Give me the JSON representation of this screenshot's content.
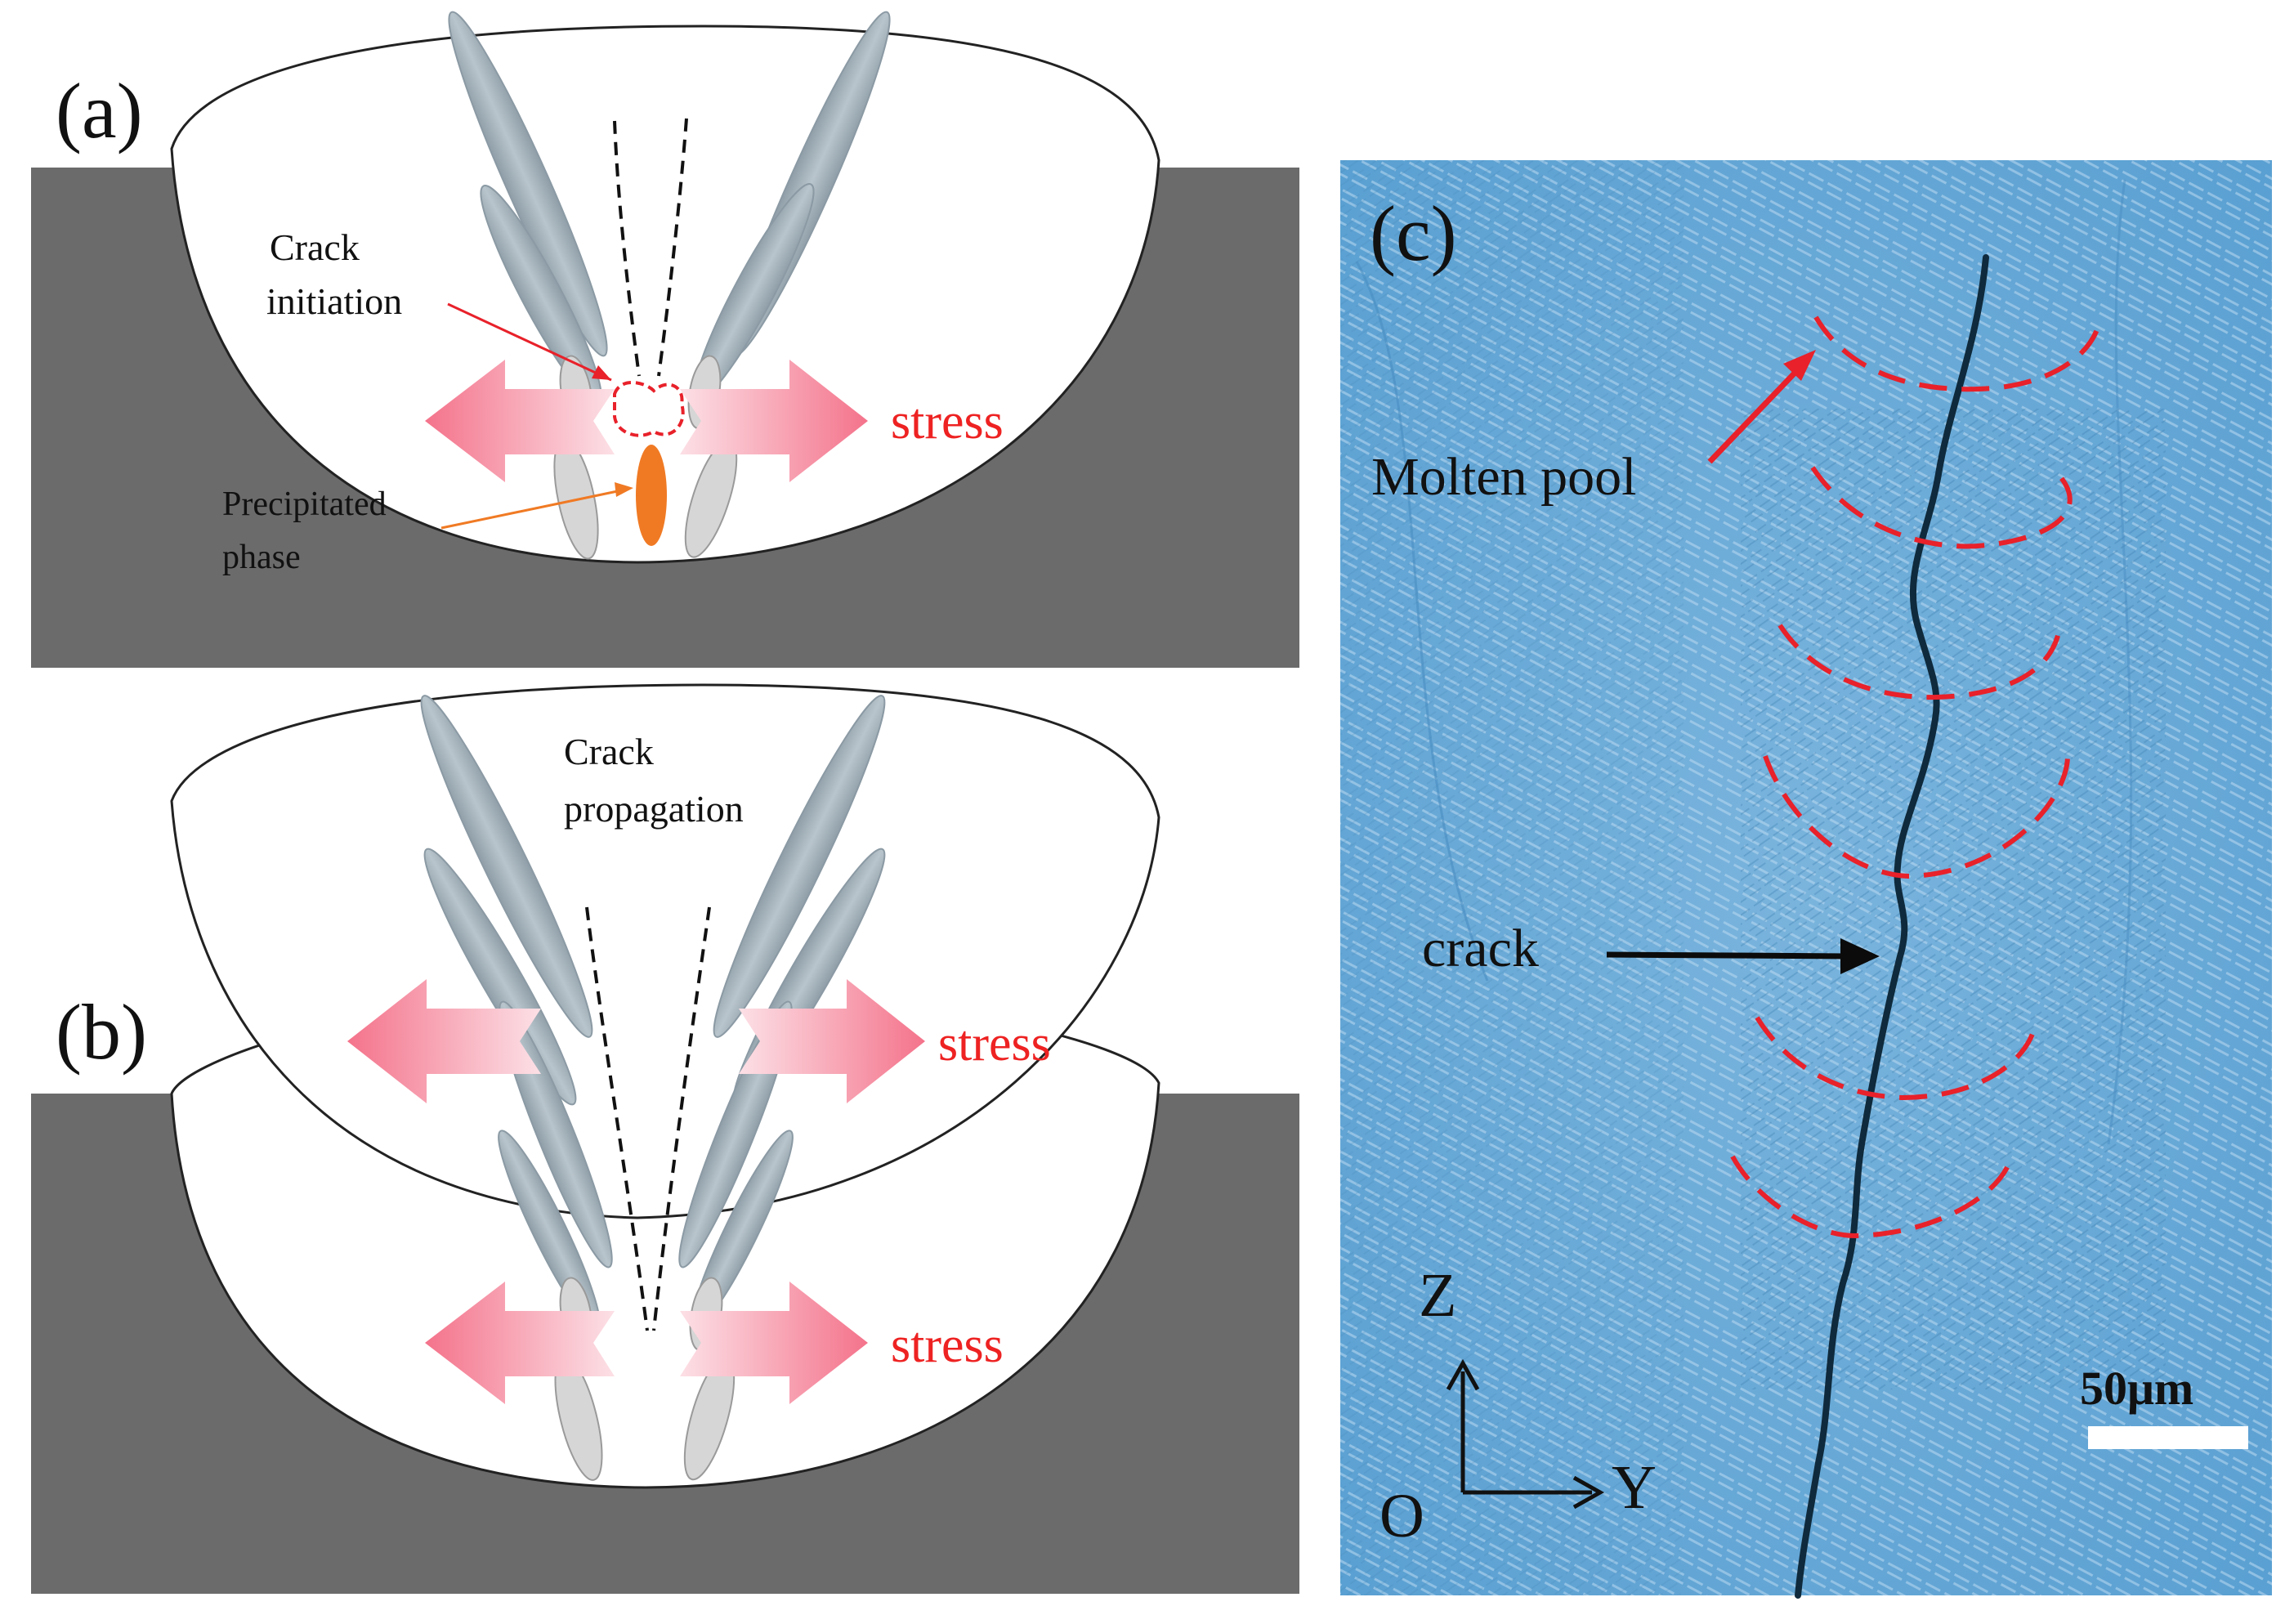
{
  "panels": {
    "a": {
      "label": "(a)",
      "crack_initiation": [
        "Crack",
        "initiation"
      ],
      "precipitated_phase": [
        "Precipitated",
        "phase"
      ],
      "stress": "stress"
    },
    "b": {
      "label": "(b)",
      "crack_propagation": [
        "Crack",
        "propagation"
      ],
      "stress_upper": "stress",
      "stress_lower": "stress"
    },
    "c": {
      "label": "(c)",
      "molten_pool": "Molten pool",
      "crack": "crack",
      "axis_z": "Z",
      "axis_y": "Y",
      "axis_origin": "O",
      "scale_bar": "50μm"
    }
  },
  "colors": {
    "substrate": "#6b6b6b",
    "grain": "#a9b6bf",
    "grain_light": "#d6d6d6",
    "stress_arrow": "#f7899b",
    "stress_text": "#ee2222",
    "precipitate": "#f07a24",
    "micrograph_bg": "#5aa6d8",
    "pool_boundary": "#e8212a"
  }
}
